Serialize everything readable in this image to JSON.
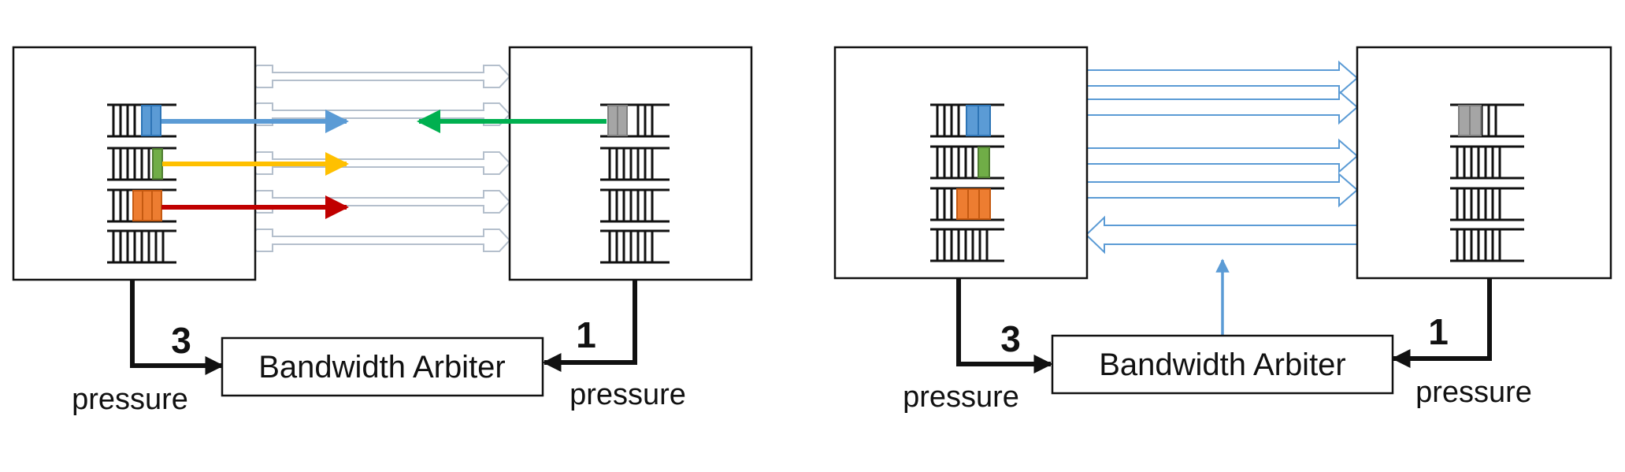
{
  "colors": {
    "node_border": "#111111",
    "link_gray": "#b4bfcc",
    "link_blue": "#5b9bd5",
    "flow_blue": "#5b9bd5",
    "flow_green": "#00b050",
    "flow_yellow": "#ffc000",
    "flow_red": "#c00000",
    "queue_blue": "#5b9bd5",
    "queue_green": "#70ad47",
    "queue_orange": "#ed7d31",
    "queue_gray": "#a5a5a5"
  },
  "left_panel": {
    "arbiter_label": "Bandwidth Arbiter",
    "left_pressure": {
      "value": "3",
      "label": "pressure"
    },
    "right_pressure": {
      "value": "1",
      "label": "pressure"
    },
    "links": [
      "bidirectional",
      "bidirectional",
      "bidirectional",
      "bidirectional",
      "bidirectional"
    ]
  },
  "right_panel": {
    "arbiter_label": "Bandwidth Arbiter",
    "left_pressure": {
      "value": "3",
      "label": "pressure"
    },
    "right_pressure": {
      "value": "1",
      "label": "pressure"
    },
    "links": [
      "left-to-right",
      "left-to-right",
      "left-to-right",
      "left-to-right",
      "right-to-left"
    ]
  }
}
